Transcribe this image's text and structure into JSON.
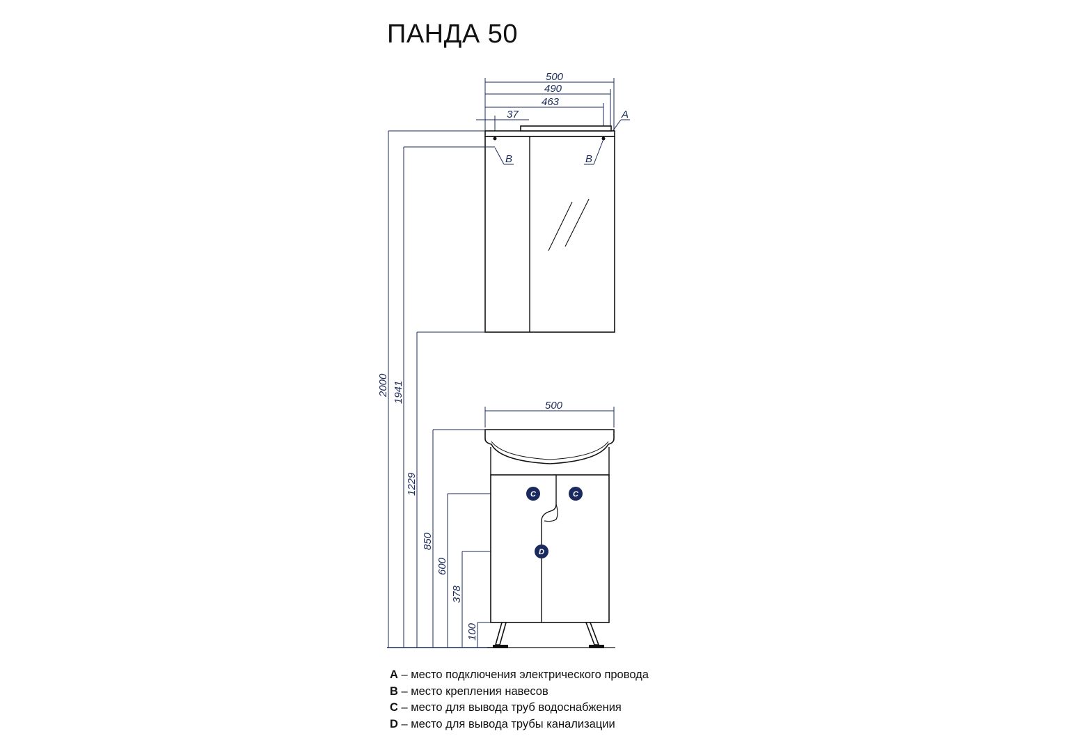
{
  "title": "ПАНДА 50",
  "dimensions": {
    "top_width_outer": "500",
    "top_width_mid": "490",
    "top_width_inner": "463",
    "top_offset": "37",
    "bottom_width": "500",
    "h_total": "2000",
    "h_mirror_top": "1941",
    "h_mirror_bottom": "1229",
    "h_basin": "850",
    "h_water": "600",
    "h_drain": "378",
    "h_legs": "100"
  },
  "markers": {
    "a": "A",
    "b": "B",
    "c": "C",
    "d": "D"
  },
  "legend": [
    {
      "key": "A",
      "text": " – место подключения электрического провода"
    },
    {
      "key": "B",
      "text": " – место крепления навесов"
    },
    {
      "key": "C",
      "text": " – место для вывода труб водоснабжения"
    },
    {
      "key": "D",
      "text": " – место для вывода трубы канализации"
    }
  ],
  "colors": {
    "dimension": "#1a2a5a",
    "badge": "#1b2a5e"
  }
}
